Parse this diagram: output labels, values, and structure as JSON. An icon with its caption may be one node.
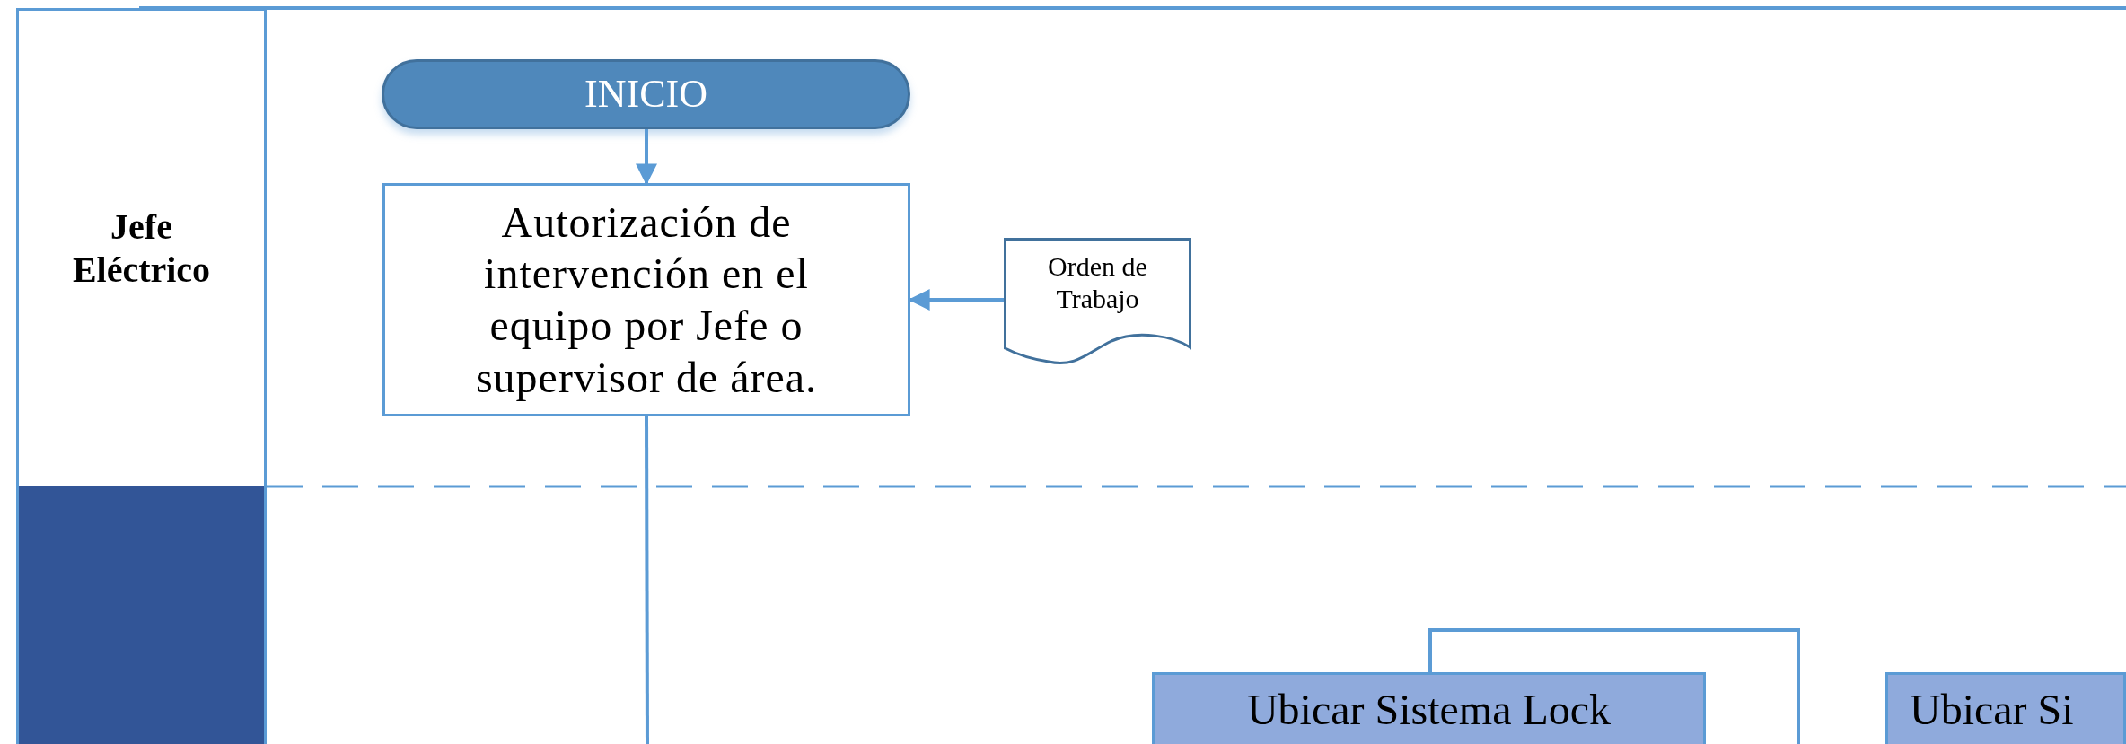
{
  "diagram": {
    "nodes": [
      {
        "text": [
          "Jefe Eléctrico"
        ]
      },
      {
        "text": [],
        "shape": "box"
      },
      {
        "text": [
          "INICIO"
        ]
      },
      {
        "text": [
          "Autorización de intervención en el equipo por Jefe o supervisor de área."
        ]
      },
      {
        "text": [
          "Orden de Trabajo"
        ]
      },
      {
        "text": [
          "Ubicar Sistema Lock"
        ]
      },
      {
        "text": [
          "Ubicar Si"
        ]
      }
    ],
    "edges": [
      {
        "from": 2,
        "to": 3,
        "arrow": "to"
      },
      {
        "from": 4,
        "to": 3,
        "arrow": "to"
      },
      {
        "from": 3,
        "to": null,
        "arrow": "none"
      },
      {
        "from": 5,
        "to": null,
        "arrow": "none"
      }
    ]
  }
}
